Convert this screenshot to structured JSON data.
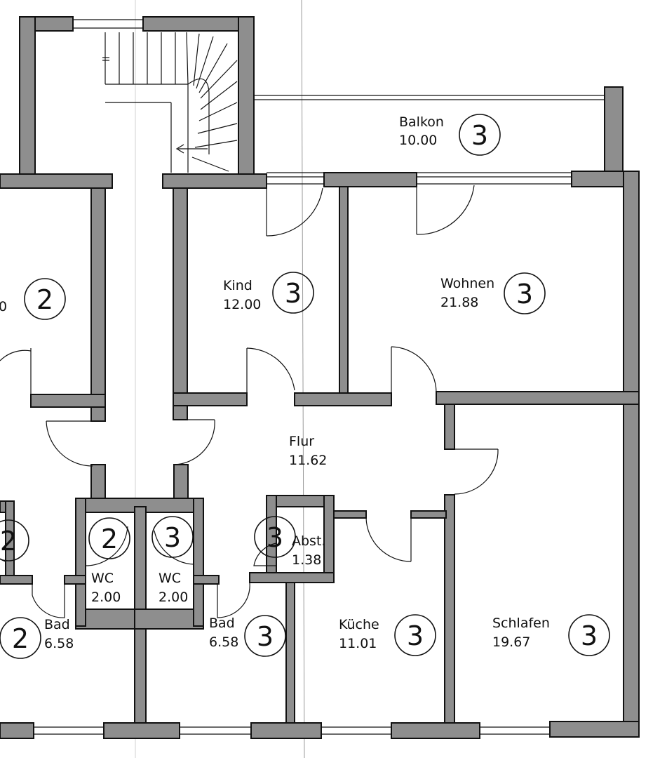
{
  "rooms": [
    {
      "key": "balkon",
      "name": "Balkon",
      "area": "10.00",
      "unit": "3"
    },
    {
      "key": "kind",
      "name": "Kind",
      "area": "12.00",
      "unit": "3"
    },
    {
      "key": "wohnen",
      "name": "Wohnen",
      "area": "21.88",
      "unit": "3"
    },
    {
      "key": "flur",
      "name": "Flur",
      "area": "11.62"
    },
    {
      "key": "abst",
      "name": "Abst.",
      "area": "1.38",
      "unit": "3"
    },
    {
      "key": "wc-left",
      "name": "WC",
      "area": "2.00",
      "unit": "2"
    },
    {
      "key": "wc-right",
      "name": "WC",
      "area": "2.00",
      "unit": "3"
    },
    {
      "key": "bad-left",
      "name": "Bad",
      "area": "6.58",
      "unit": "2"
    },
    {
      "key": "bad-right",
      "name": "Bad",
      "area": "6.58",
      "unit": "3"
    },
    {
      "key": "kueche",
      "name": "Küche",
      "area": "11.01",
      "unit": "3"
    },
    {
      "key": "schlafen",
      "name": "Schlafen",
      "area": "19.67",
      "unit": "3"
    },
    {
      "key": "left-room",
      "name": "",
      "area": "0",
      "unit": "2"
    }
  ],
  "extra_markers": [
    {
      "key": "left-edge-marker",
      "unit": "2"
    }
  ]
}
